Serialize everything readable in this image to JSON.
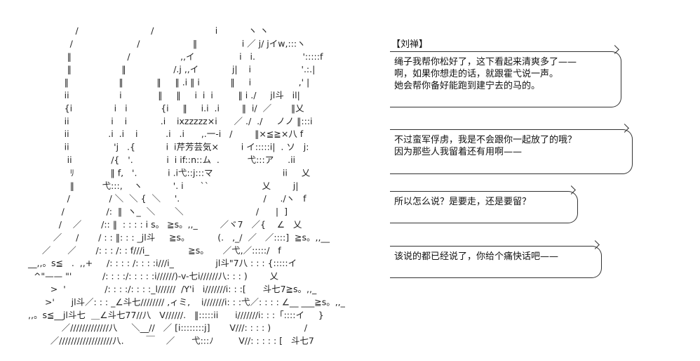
{
  "speaker": "【刘禅】",
  "bubbles": [
    {
      "lines": [
        "绳子我帮你松好了，这下看起来清爽多了——",
        "啊，如果你想走的话，就跟霍弋说一声。",
        "她会帮你备好能跑到建宁去的马的。"
      ]
    },
    {
      "lines": [
        "不过蛮军俘虏，我是不会跟你一起放了的哦？",
        "因为那些人我留着还有用啊——"
      ]
    },
    {
      "lines": [
        "所以怎么说？是要走，还是要留？"
      ]
    },
    {
      "lines": [
        "该说的都已经说了，你给个痛快话吧——"
      ]
    }
  ],
  "art_lines": [
    "                 /                          /                      i           ヽ ヽ",
    "               /                       /                   ‖                i ／ j/ jイw,:::ヽ",
    "              ‖                    /                  ,,イ                i   i.                 ':::::f",
    "              ‖                  ‖                 /.j ,,イ            j|    i                  '.:.|",
    "             ‖                  ‖            ‖     ‖ .i ‖ i           ‖     i                 ,' |",
    "             ii                  i             ‖     ‖     i  i  i         ‖ i ./     jl斗   il|",
    "             {i               i   i            {i     ‖     i.i  .i        ‖  i/  ／       ‖乂",
    "             ii               i    i            .i    ixzzzzz×i      ／ ./  ./     ノノ ‖:::i",
    "             ii              .i  .i    i          .i   .i      ,.一-i   /        ‖×≦≧×八 f",
    "             ii                'j   .{           i  i芹芳芸気×        i イ:::::i|  . ソ   j:",
    "              ii              /{   '.            i  i if::n::ム  .          弋:::ア     .ii",
    "               ﾘ             ‖ f,   '.           i .i弋::j:::マ                         ii     乂",
    "               ‖          弋:::,    ヽ           '. i      ``                   乂        j|",
    "              /              / ＼  ＼ {  ＼     '.                              /     ./ヽ   f",
    "            /               /:  ‖  ヽ_  ＼       ＼                          /      |  ]",
    "           /    ／       /:: ‖  : : : : i s。 ≧s。,,_        ／ヾ7   ／{    ∠   乂",
    "         ／     /       / : : ‖: : : _jl斗     ≧s。          (.   ,_/  ／   ／::::]  ≧s。,,__",
    "     ／      ／       /: : : /: : f///i_              ≧s。     ／弋,／:::::/   f",
    "__,,。s≦   .  ,,+     /: : : : /: : : :i///i_               jl斗\"7八 : : : {:::::イ",
    "  ^\"—— \"'           /: : : :/: : : : :i//////)-v-七i//////八: : : )        乂",
    "        >  '              /: : : :/: : : :_l//////  /Y'i   i///////i: : :[      斗七7≧s。,,_",
    "      >'      jl斗／: : : _∠斗七//////// ,ィミ,    i///////i: : :弋／: : : : ∠__ ___≧s。,,_",
    ",,。s≦__jl斗七  ＿∠斗七77//八   V//////.   ‖:::::ii      i///////i: : :「::::イ     }",
    "            ／/////////////八     ＼__//   ／ [i::::::::j]       V///: : : : )            /",
    "        ／//////////////////八.        ￣    ／      弋:::ﾉ         V//: : : : : [   斗七7"
  ]
}
